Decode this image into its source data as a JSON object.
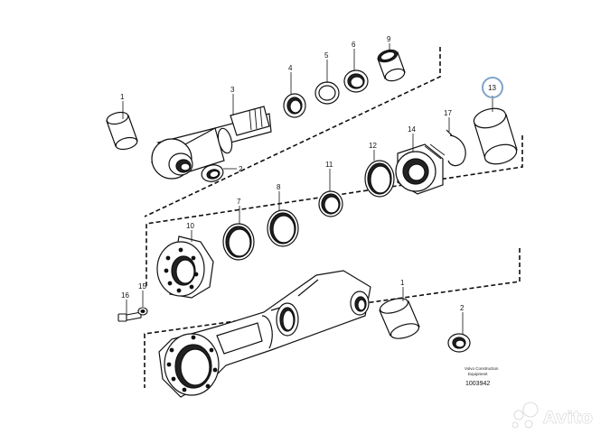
{
  "callouts": {
    "c1a": "1",
    "c2a": "2",
    "c3": "3",
    "c4": "4",
    "c5": "5",
    "c6": "6",
    "c9": "9",
    "c13": "13",
    "c17": "17",
    "c14": "14",
    "c12": "12",
    "c11": "11",
    "c8": "8",
    "c7": "7",
    "c10": "10",
    "c16": "16",
    "c15": "15",
    "c1b": "1",
    "c2b": "2"
  },
  "footer": {
    "publisher_line1": "Volvo Construction",
    "publisher_line2": "Equipment",
    "doc_number": "1003942"
  },
  "watermark": {
    "text": "Avito"
  },
  "highlight_color": "#7ea3c7"
}
